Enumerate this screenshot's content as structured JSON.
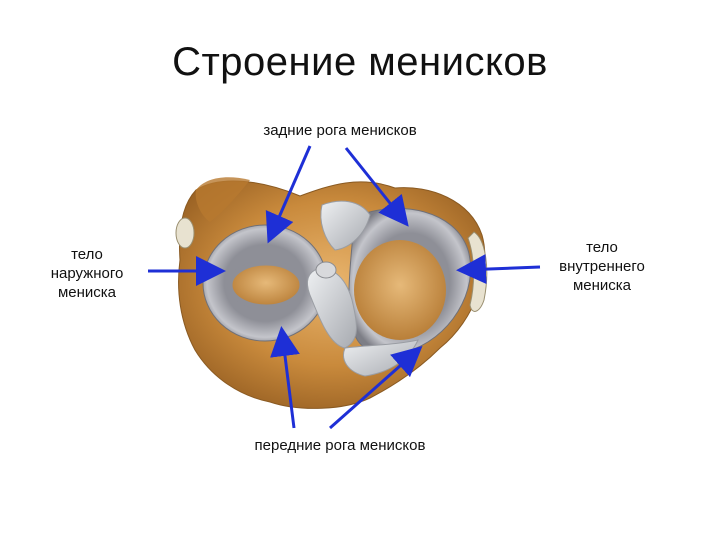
{
  "title": "Строение менисков",
  "labels": {
    "posterior_horns": "задние рога менисков",
    "anterior_horns": "передние рога менисков",
    "lateral_body": [
      "тело",
      "наружного",
      "мениска"
    ],
    "medial_body": [
      "тело",
      "внутреннего",
      "мениска"
    ]
  },
  "colors": {
    "arrow": "#1e2fd6",
    "bone": "#c98a3c",
    "meniscus": "#a9aab1",
    "cartilage": "#d9a865",
    "ligament": "#cfd2d6"
  }
}
